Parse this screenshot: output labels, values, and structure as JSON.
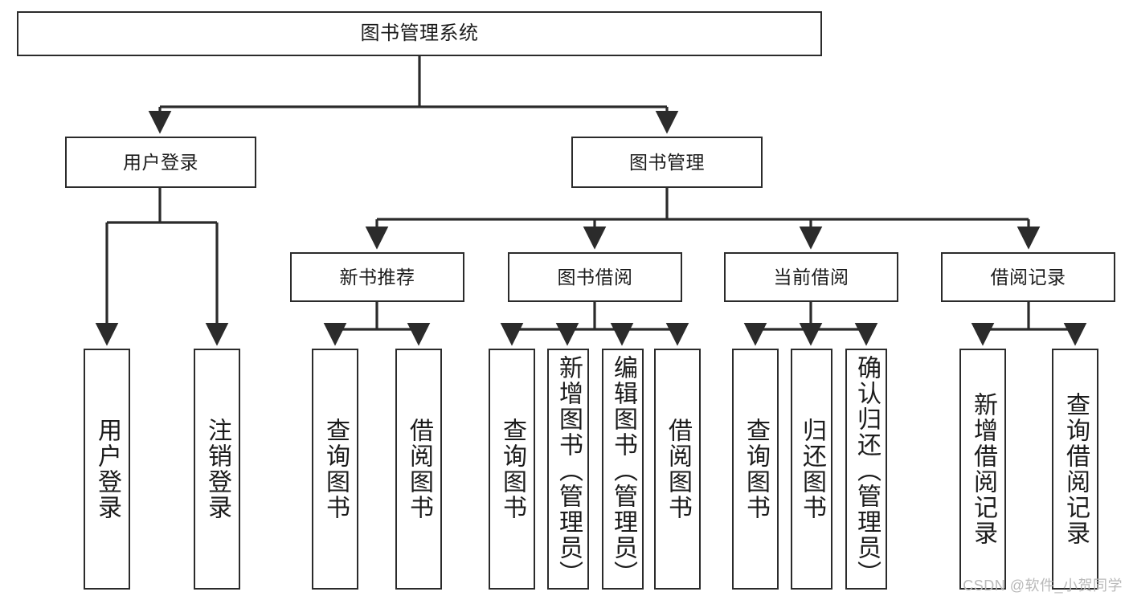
{
  "diagram": {
    "type": "tree-hierarchy",
    "title": "图书管理系统",
    "orientation": "top-down",
    "colors": {
      "box_border": "#2b2b2b",
      "box_fill": "#ffffff",
      "connector": "#2b2b2b",
      "text": "#1b1b1b",
      "watermark": "#b9b9b9",
      "background": "#ffffff"
    },
    "levels": [
      {
        "level": 1,
        "nodes": [
          {
            "id": "root",
            "label": "图书管理系统",
            "orientation": "horizontal"
          }
        ]
      },
      {
        "level": 2,
        "nodes": [
          {
            "id": "user-login",
            "label": "用户登录",
            "orientation": "horizontal",
            "parent": "root"
          },
          {
            "id": "book-management",
            "label": "图书管理",
            "orientation": "horizontal",
            "parent": "root"
          }
        ]
      },
      {
        "level": 3,
        "nodes": [
          {
            "id": "new-book-recommend",
            "label": "新书推荐",
            "orientation": "horizontal",
            "parent": "book-management"
          },
          {
            "id": "book-borrow",
            "label": "图书借阅",
            "orientation": "horizontal",
            "parent": "book-management"
          },
          {
            "id": "current-borrow",
            "label": "当前借阅",
            "orientation": "horizontal",
            "parent": "book-management"
          },
          {
            "id": "borrow-record",
            "label": "借阅记录",
            "orientation": "horizontal",
            "parent": "book-management"
          }
        ]
      },
      {
        "level": 4,
        "nodes": [
          {
            "id": "leaf-user-login",
            "label": "用户登录",
            "orientation": "vertical",
            "parent": "user-login"
          },
          {
            "id": "leaf-logout-login",
            "label": "注销登录",
            "orientation": "vertical",
            "parent": "user-login"
          },
          {
            "id": "leaf-query-book-1",
            "label": "查询图书",
            "orientation": "vertical",
            "parent": "new-book-recommend"
          },
          {
            "id": "leaf-borrow-book-1",
            "label": "借阅图书",
            "orientation": "vertical",
            "parent": "new-book-recommend"
          },
          {
            "id": "leaf-query-book-2",
            "label": "查询图书",
            "orientation": "vertical",
            "parent": "book-borrow"
          },
          {
            "id": "leaf-add-book",
            "label": "新增图书（管理员）",
            "orientation": "vertical",
            "parent": "book-borrow"
          },
          {
            "id": "leaf-edit-book",
            "label": "编辑图书（管理员）",
            "orientation": "vertical",
            "parent": "book-borrow"
          },
          {
            "id": "leaf-borrow-book-2",
            "label": "借阅图书",
            "orientation": "vertical",
            "parent": "book-borrow"
          },
          {
            "id": "leaf-query-book-3",
            "label": "查询图书",
            "orientation": "vertical",
            "parent": "current-borrow"
          },
          {
            "id": "leaf-return-book",
            "label": "归还图书",
            "orientation": "vertical",
            "parent": "current-borrow"
          },
          {
            "id": "leaf-confirm-return",
            "label": "确认归还（管理员）",
            "orientation": "vertical",
            "parent": "current-borrow"
          },
          {
            "id": "leaf-add-record",
            "label": "新增借阅记录",
            "orientation": "vertical",
            "parent": "borrow-record"
          },
          {
            "id": "leaf-query-record",
            "label": "查询借阅记录",
            "orientation": "vertical",
            "parent": "borrow-record"
          }
        ]
      }
    ]
  },
  "watermark": {
    "text": "CSDN @软件_小贺同学"
  }
}
